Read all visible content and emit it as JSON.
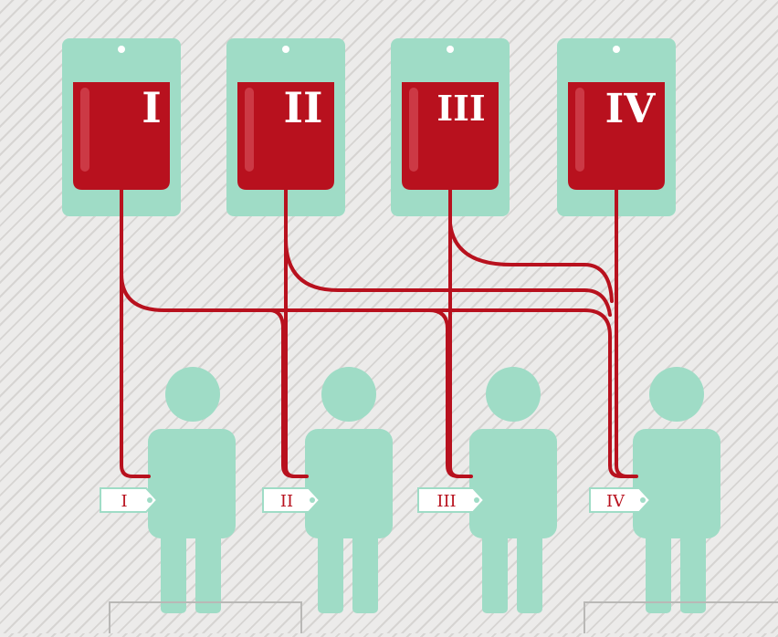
{
  "colors": {
    "background": "#ecebea",
    "stripe": "#d6d4d2",
    "bag": "#9fdcc6",
    "blood": "#b8111e",
    "person": "#9fdcc6",
    "tag_text": "#b8111e"
  },
  "bags": [
    {
      "label": "I"
    },
    {
      "label": "II"
    },
    {
      "label": "III"
    },
    {
      "label": "IV"
    }
  ],
  "recipients": [
    {
      "tag": "I"
    },
    {
      "tag": "II"
    },
    {
      "tag": "III"
    },
    {
      "tag": "IV"
    }
  ]
}
